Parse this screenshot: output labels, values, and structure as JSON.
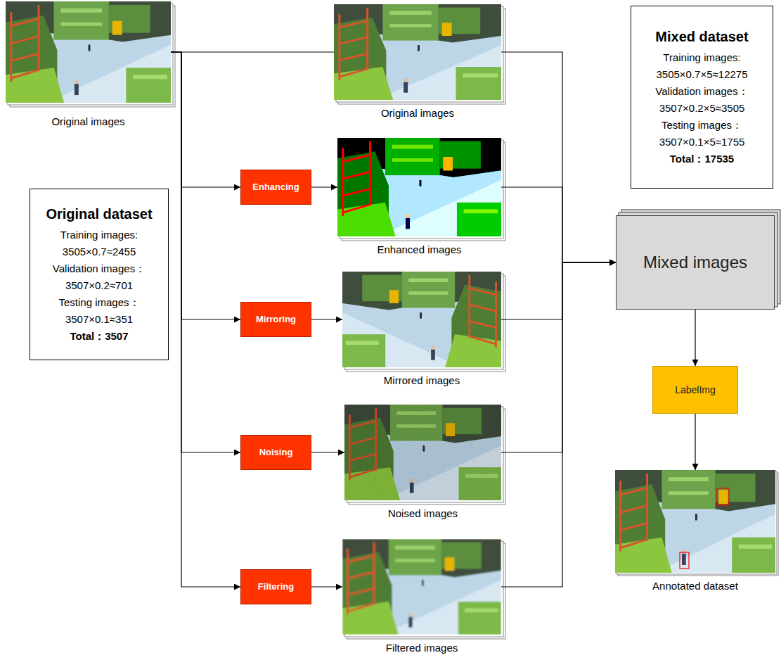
{
  "diagram": {
    "nodes": [
      {
        "text": [
          "Original images"
        ]
      },
      {
        "text": [
          "Original dataset",
          "Training images:",
          "3505×0.7≈2455",
          "Validation images：",
          "3507×0.2≈701",
          "Testing images：",
          "3507×0.1≈351",
          "Total：3507"
        ]
      },
      {
        "text": [
          "Original images"
        ]
      },
      {
        "text": [
          "Enhancing"
        ]
      },
      {
        "text": [
          "Enhanced images"
        ]
      },
      {
        "text": [
          "Mirroring"
        ]
      },
      {
        "text": [
          "Mirrored images"
        ]
      },
      {
        "text": [
          "Noising"
        ]
      },
      {
        "text": [
          "Noised images"
        ]
      },
      {
        "text": [
          "Filtering"
        ]
      },
      {
        "text": [
          "Filtered images"
        ]
      },
      {
        "text": [
          "Mixed dataset",
          "Training images:",
          "3505×0.7×5≈12275",
          "Validation images：",
          "3507×0.2×5≈3505",
          "Testing images：",
          "3507×0.1×5≈1755",
          "Total：17535"
        ]
      },
      {
        "text": [
          "Mixed images"
        ]
      },
      {
        "text": [
          "LabelImg"
        ]
      },
      {
        "text": [
          "Annotated dataset"
        ]
      }
    ],
    "edges": [
      {
        "from": 0,
        "to": 2,
        "arrow": "none"
      },
      {
        "from": 0,
        "to": 3,
        "arrow": "to"
      },
      {
        "from": 0,
        "to": 5,
        "arrow": "to"
      },
      {
        "from": 0,
        "to": 7,
        "arrow": "to"
      },
      {
        "from": 0,
        "to": 9,
        "arrow": "to"
      },
      {
        "from": 3,
        "to": 4,
        "arrow": "to"
      },
      {
        "from": 5,
        "to": 6,
        "arrow": "to"
      },
      {
        "from": 7,
        "to": 8,
        "arrow": "to"
      },
      {
        "from": 9,
        "to": 10,
        "arrow": "to"
      },
      {
        "from": 2,
        "to": 12,
        "arrow": "to"
      },
      {
        "from": 4,
        "to": 12,
        "arrow": "to"
      },
      {
        "from": 6,
        "to": 12,
        "arrow": "to"
      },
      {
        "from": 8,
        "to": 12,
        "arrow": "to"
      },
      {
        "from": 10,
        "to": 12,
        "arrow": "to"
      },
      {
        "from": 12,
        "to": 13,
        "arrow": "to"
      },
      {
        "from": 13,
        "to": 14,
        "arrow": "to"
      }
    ]
  }
}
